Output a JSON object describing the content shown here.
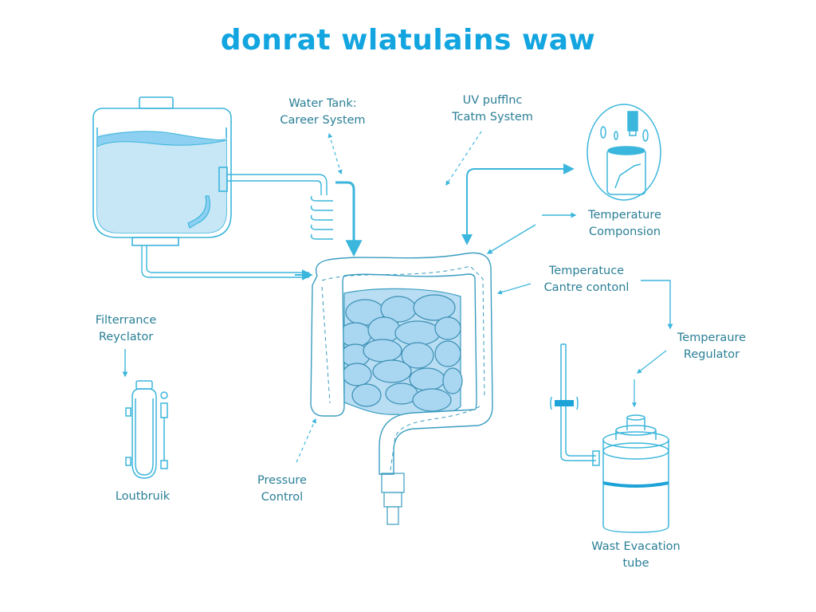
{
  "title": "donrat wlatulains waw",
  "colors": {
    "title": "#12a5e0",
    "line": "#3bb6dc",
    "label": "#2a7f96",
    "water": "#bfe3f6",
    "water_dark": "#7fcaf0",
    "accent": "#1ea3d8"
  },
  "labels": {
    "water_tank": {
      "line1": "Water Tank:",
      "line2": "Career System"
    },
    "uv": {
      "line1": "UV pufflnc",
      "line2": "Tcatm System"
    },
    "temp_comp": {
      "line1": "Temperature",
      "line2": "Componsion"
    },
    "temp_centre": {
      "line1": "Temperatuce",
      "line2": "Cantre contonl"
    },
    "temp_reg": {
      "line1": "Temperaure",
      "line2": "Regulator"
    },
    "filter": {
      "line1": "Filterrance",
      "line2": "Reyclator"
    },
    "loutbruik": {
      "line1": "Loutbruik"
    },
    "pressure": {
      "line1": "Pressure",
      "line2": "Control"
    },
    "waste": {
      "line1": "Wast Evacation",
      "line2": "tube"
    }
  },
  "icons": [
    "water-tank-icon",
    "coil-icon",
    "uv-device-icon",
    "intestine-icon",
    "filter-bottle-icon",
    "waste-canister-icon",
    "arrow-icon"
  ]
}
